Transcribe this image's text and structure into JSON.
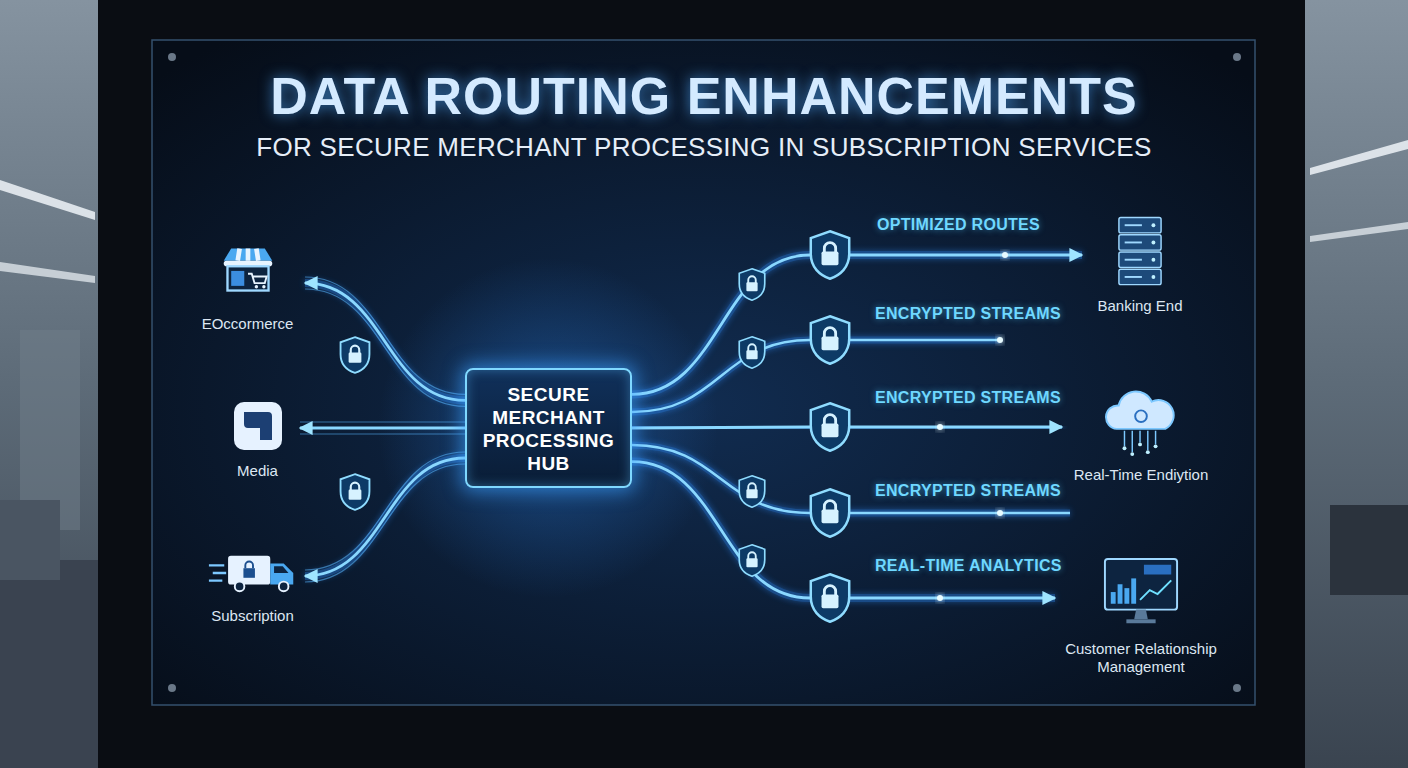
{
  "diagram": {
    "title": "DATA ROUTING ENHANCEMENTS",
    "nodes": [
      {
        "text": [
          "EOccormerce"
        ]
      },
      {
        "text": [
          "Media"
        ]
      },
      {
        "text": [
          "Subscription"
        ]
      },
      {
        "text": [
          "SECURE MERCHANT PROCESSING HUB"
        ]
      },
      {
        "text": [
          "Banking End"
        ]
      },
      {
        "text": [
          "Real-Time Endiytion"
        ]
      },
      {
        "text": [
          "Customer Relationship Management"
        ]
      }
    ],
    "edges": [
      {
        "from": 3,
        "to": 0,
        "arrow": "to"
      },
      {
        "from": 3,
        "to": 1,
        "arrow": "to"
      },
      {
        "from": 3,
        "to": 2,
        "arrow": "to"
      },
      {
        "from": 3,
        "to": 4,
        "label": "OPTIMIZED ROUTES",
        "arrow": "to"
      },
      {
        "from": 3,
        "to": 5,
        "label": "ENCRYPTED STREAMS",
        "arrow": "to"
      },
      {
        "from": 3,
        "to": 6,
        "label": "REAL-TIME ANALYTICS",
        "arrow": "to"
      }
    ],
    "labels": [
      "FOR SECURE MERCHANT PROCESSING IN SUBSCRIPTION SERVICES",
      "ENCRYPTED STREAMS",
      "ENCRYPTED STREAMS"
    ]
  }
}
